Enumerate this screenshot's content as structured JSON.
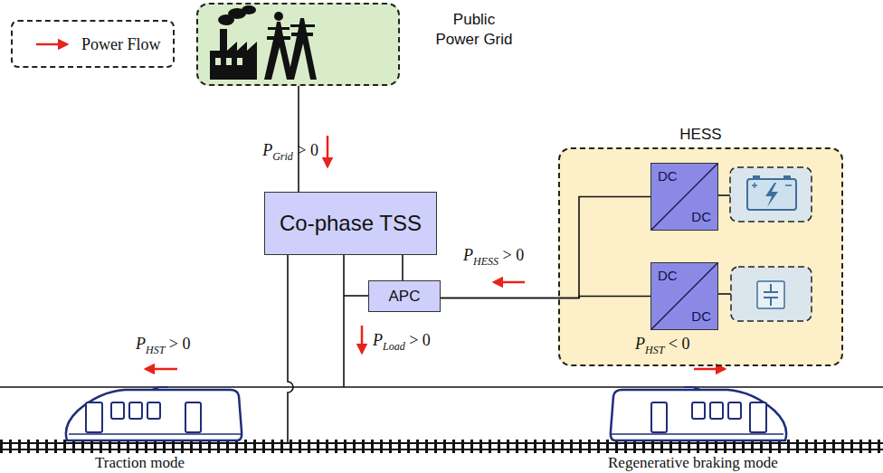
{
  "diagram": {
    "nodes": [
      {
        "text": [
          "Public Power Grid"
        ]
      },
      {
        "text": [
          "Co-phase TSS"
        ]
      },
      {
        "text": [
          "APC"
        ]
      },
      {
        "text": [
          "HESS"
        ]
      },
      {
        "text": [
          "DC",
          "DC"
        ],
        "in": 3
      },
      {
        "text": [
          "DC",
          "DC"
        ],
        "in": 3
      }
    ],
    "edges": [
      {
        "from": 0,
        "to": 1,
        "arrow": "none"
      },
      {
        "from": 1,
        "to": 2,
        "arrow": "none"
      },
      {
        "from": 2,
        "to": 4,
        "arrow": "none"
      },
      {
        "from": 2,
        "to": 5,
        "arrow": "none"
      }
    ],
    "labels": [
      "PGrid > 0",
      "PHESS > 0",
      "PLoad > 0",
      "PHST > 0",
      "PHST < 0",
      "Traction mode",
      "Regenerative braking mode"
    ],
    "legend": [
      {
        "text": "Power Flow"
      }
    ]
  }
}
